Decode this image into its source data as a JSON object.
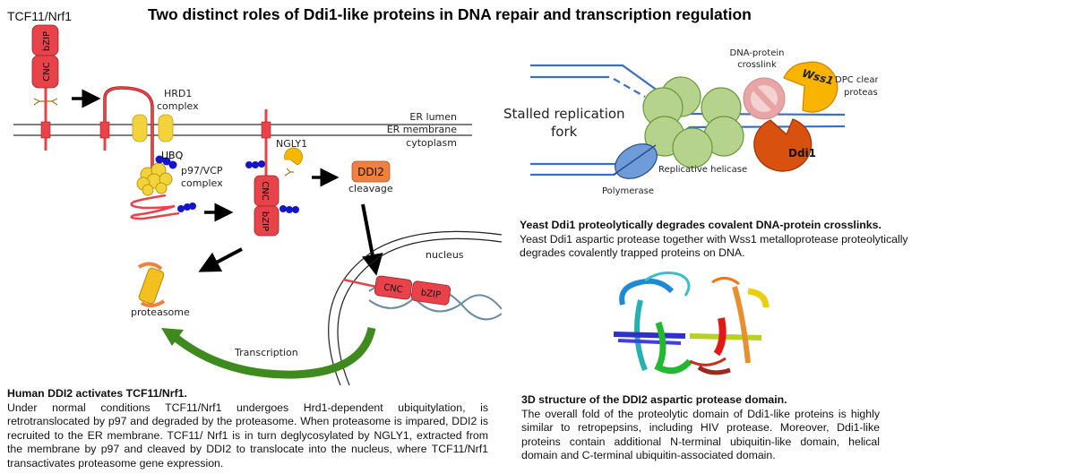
{
  "title": "Two distinct roles of Ddi1-like proteins in DNA repair and transcription regulation",
  "human_panel": {
    "protein_name": "TCF11/Nrf1",
    "domains": {
      "bzip": "bZIP",
      "cnc": "CNC"
    },
    "labels": {
      "hrd1": "HRD1",
      "hrd1_sub": "complex",
      "er_lumen": "ER lumen",
      "er_membrane": "ER membrane",
      "cytoplasm": "cytoplasm",
      "ngly1": "NGLY1",
      "ubq": "UBQ",
      "p97": "p97/VCP",
      "p97_sub": "complex",
      "ddi2": "DDI2",
      "cleavage": "cleavage",
      "nucleus": "nucleus",
      "proteasome": "proteasome",
      "transcription": "Transcription"
    },
    "caption_heading": "Human DDI2 activates TCF11/Nrf1.",
    "caption_body": "Under normal conditions TCF11/Nrf1 undergoes Hrd1-dependent ubiquitylation, is retrotranslocated by p97 and degraded by the proteasome. When proteasome is impared, DDI2 is recruited to the ER membrane. TCF11/ Nrf1 is in turn deglycosylated by NGLY1, extracted from the membrane by p97 and cleaved by DDI2 to translocate into the nucleus, where TCF11/Nrf1 transactivates proteasome gene expression."
  },
  "yeast_panel": {
    "labels": {
      "stalled_line1": "Stalled replication",
      "stalled_line2": "fork",
      "dpc_line1": "DNA-protein",
      "dpc_line2": "crosslink",
      "wss1": "Wss1",
      "ddi1": "Ddi1",
      "clearing_line1": "DPC clearing",
      "clearing_line2": "proteases",
      "helicase": "Replicative helicase",
      "polymerase": "Polymerase"
    },
    "caption_heading": "Yeast Ddi1 proteolytically degrades covalent DNA-protein crosslinks.",
    "caption_body": "Yeast Ddi1 aspartic protease together with Wss1 metalloprotease proteolytically degrades covalently trapped proteins on DNA."
  },
  "structure_panel": {
    "caption_heading": "3D structure of the DDI2 aspartic protease domain.",
    "caption_body": "The overall fold of the proteolytic domain of Ddi1-like proteins is highly similar to retropepsins, including HIV protease. Moreover, Ddi1-like proteins contain additional N-terminal ubiquitin-like domain, helical domain and C-terminal ubiquitin-associated domain."
  },
  "colors": {
    "protein_red": "#e8434b",
    "hrd1_yellow": "#f4d23c",
    "ubiquitin_blue": "#1414c8",
    "ddi2_orange": "#f08040",
    "transcription_green": "#3e8a1e",
    "helicase_green": "#b5d38c",
    "dna_blue": "#3a6fc4",
    "wss1_orange": "#f9b400",
    "ddi1_red": "#d9510f",
    "crosslink_pink": "#e8a5a5"
  }
}
